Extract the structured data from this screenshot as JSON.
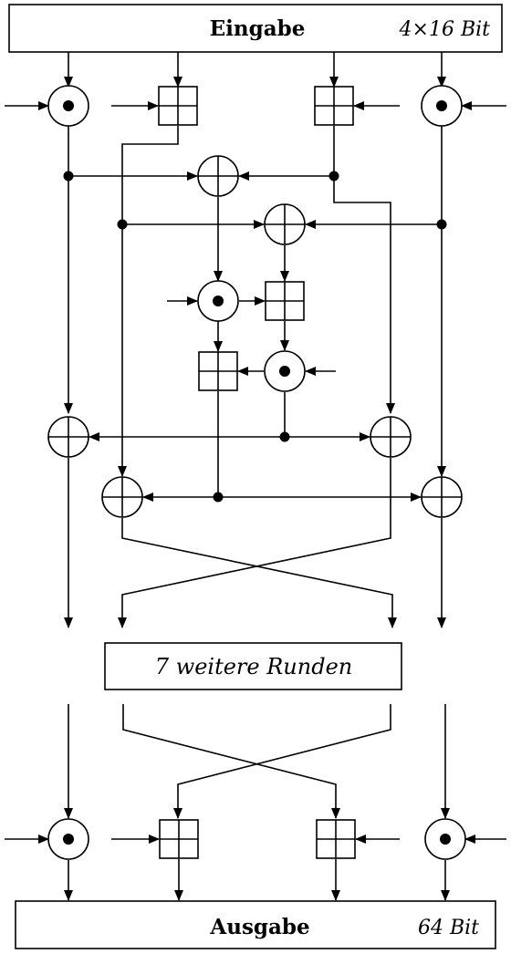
{
  "input_box": {
    "label": "Eingabe",
    "size": "4×16 Bit"
  },
  "middle_box": {
    "label": "7 weitere Runden"
  },
  "output_box": {
    "label": "Ausgabe",
    "size": "64 Bit"
  },
  "operations": {
    "multiply": "multiplication-mod-operator",
    "add": "addition-mod-operator",
    "xor": "xor-operator"
  },
  "colors": {
    "stroke": "#000000",
    "background": "#ffffff"
  }
}
